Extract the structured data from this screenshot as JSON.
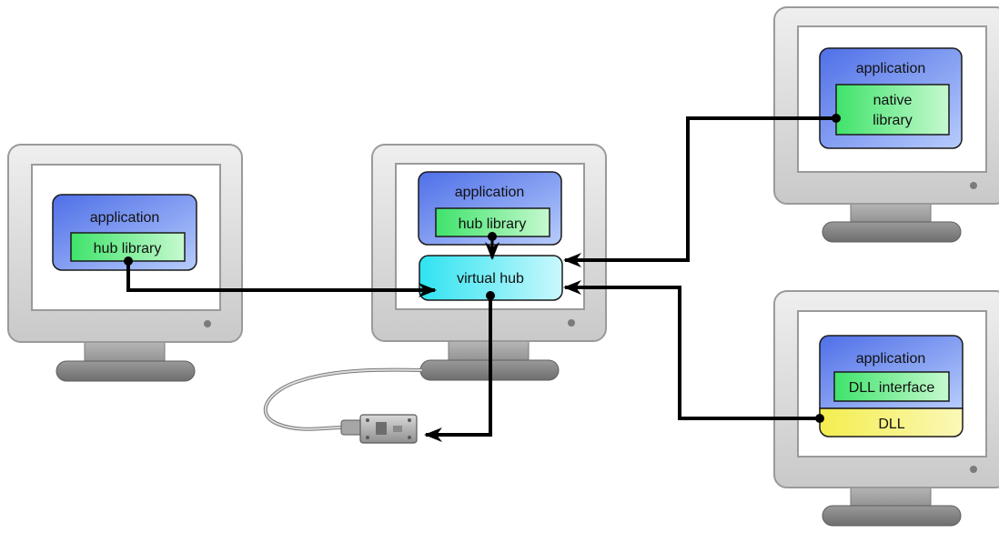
{
  "computers": {
    "left": {
      "app": {
        "title": "application",
        "module": "hub library"
      }
    },
    "center": {
      "app": {
        "title": "application",
        "module": "hub library"
      },
      "hub": {
        "label": "virtual hub"
      }
    },
    "top_right": {
      "app": {
        "title": "application",
        "module_line1": "native",
        "module_line2": "library"
      }
    },
    "bottom_right": {
      "app": {
        "title": "application",
        "module": "DLL interface",
        "dll": "DLL"
      }
    }
  },
  "device": {
    "icon": "usb-module-icon"
  },
  "colors": {
    "app_box": "#6f8ff0",
    "library_box": "#66ee88",
    "virtual_hub": "#66e9f5",
    "dll_box": "#f7f27a",
    "monitor_bezel": "#d9d9d9",
    "connector": "#000000"
  }
}
